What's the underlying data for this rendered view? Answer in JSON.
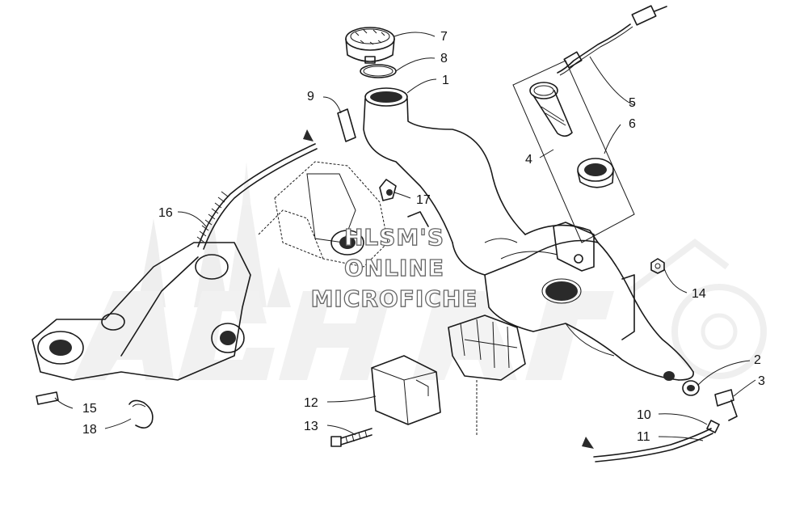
{
  "watermark": {
    "line1": "HLSM'S",
    "line2": "ONLINE",
    "line3": "MICROFICHE",
    "brand": "ArcticCat"
  },
  "callouts": [
    {
      "id": "c1",
      "label": "1"
    },
    {
      "id": "c2",
      "label": "2"
    },
    {
      "id": "c3",
      "label": "3"
    },
    {
      "id": "c4",
      "label": "4"
    },
    {
      "id": "c5",
      "label": "5"
    },
    {
      "id": "c6",
      "label": "6"
    },
    {
      "id": "c7",
      "label": "7"
    },
    {
      "id": "c8",
      "label": "8"
    },
    {
      "id": "c9",
      "label": "9"
    },
    {
      "id": "c10",
      "label": "10"
    },
    {
      "id": "c11",
      "label": "11"
    },
    {
      "id": "c12",
      "label": "12"
    },
    {
      "id": "c13",
      "label": "13"
    },
    {
      "id": "c14",
      "label": "14"
    },
    {
      "id": "c15",
      "label": "15"
    },
    {
      "id": "c16",
      "label": "16"
    },
    {
      "id": "c17",
      "label": "17"
    },
    {
      "id": "c18",
      "label": "18"
    }
  ],
  "colors": {
    "ink": "#1a1a1a",
    "watermark": "#9a9a9a",
    "background": "#ffffff"
  }
}
